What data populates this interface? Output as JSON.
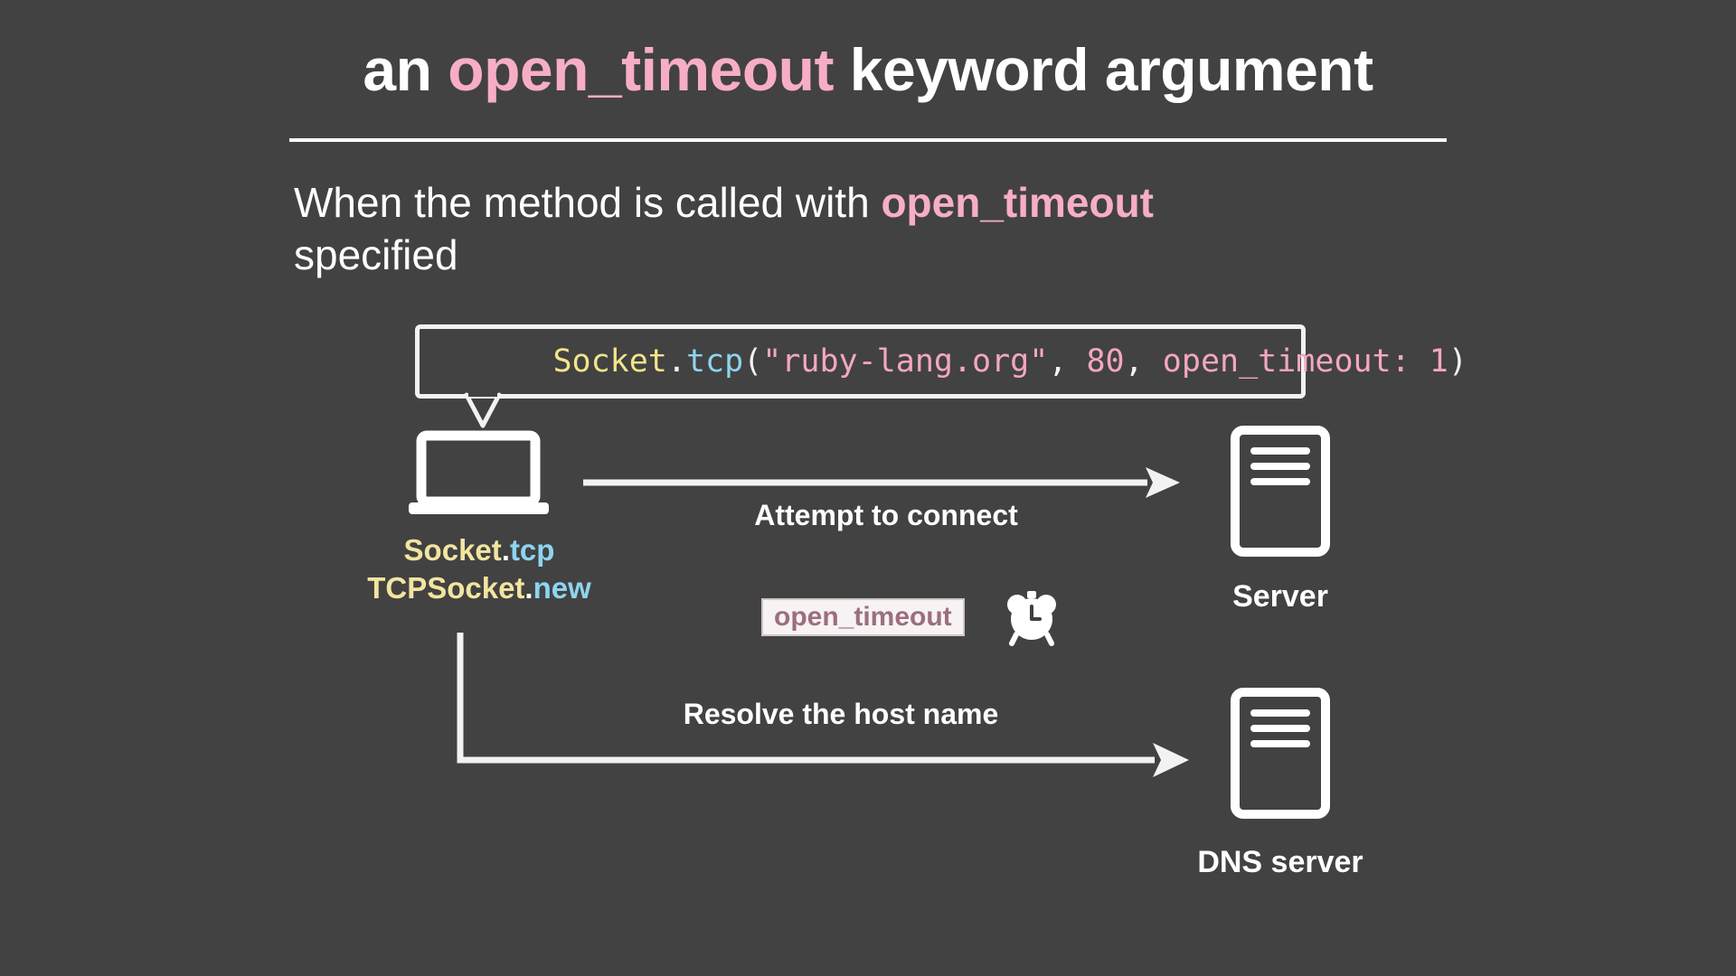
{
  "slide": {
    "background_color": "#424242",
    "accent_pink": "#f7aec4",
    "accent_yellow": "#f2e58a",
    "accent_blue": "#8fd4ef",
    "text_color": "#ffffff"
  },
  "title": {
    "prefix": "an ",
    "keyword": "open_timeout",
    "suffix": " keyword argument"
  },
  "lead": {
    "part1": "When the method is called with ",
    "keyword": "open_timeout",
    "part2": "",
    "line2": "specified"
  },
  "code": {
    "tokens": [
      {
        "text": "Socket",
        "color_class": "c-yellow"
      },
      {
        "text": ".",
        "color_class": "c-white"
      },
      {
        "text": "tcp",
        "color_class": "c-blue"
      },
      {
        "text": "(",
        "color_class": "c-white"
      },
      {
        "text": "\"ruby-lang.org\"",
        "color_class": "c-pink"
      },
      {
        "text": ", ",
        "color_class": "c-white"
      },
      {
        "text": "80",
        "color_class": "c-pink"
      },
      {
        "text": ", ",
        "color_class": "c-white"
      },
      {
        "text": "open_timeout: 1",
        "color_class": "c-pink"
      },
      {
        "text": ")",
        "color_class": "c-white"
      }
    ],
    "full_text": "Socket.tcp(\"ruby-lang.org\", 80, open_timeout: 1)"
  },
  "client": {
    "icon": "laptop-icon",
    "label_line1": [
      {
        "text": "Socket",
        "color_class": "lbl-yellow"
      },
      {
        "text": ".",
        "color_class": "lbl-white"
      },
      {
        "text": "tcp",
        "color_class": "lbl-blue"
      }
    ],
    "label_line2": [
      {
        "text": "TCPSocket",
        "color_class": "lbl-yellow"
      },
      {
        "text": ".",
        "color_class": "lbl-white"
      },
      {
        "text": "new",
        "color_class": "lbl-blue"
      }
    ],
    "label_line1_text": "Socket.tcp",
    "label_line2_text": "TCPSocket.new"
  },
  "arrows": {
    "connect_label": "Attempt to connect",
    "resolve_label": "Resolve the host name"
  },
  "timeout": {
    "badge_label": "open_timeout",
    "badge_text_color": "#9c6e80",
    "badge_bg_color": "#f7f3f3",
    "icon": "alarm-clock-icon"
  },
  "nodes": {
    "server_label": "Server",
    "dns_server_label": "DNS server",
    "server_icon": "server-icon",
    "dns_icon": "server-icon"
  }
}
